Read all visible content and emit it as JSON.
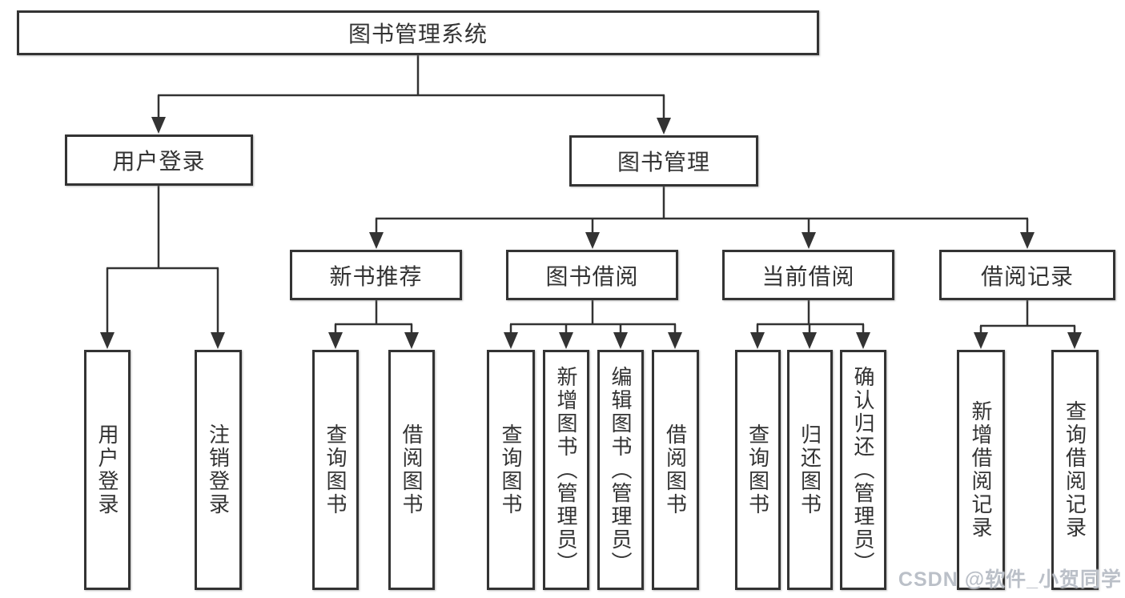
{
  "watermark": "CSDN @软件_小贺同学",
  "colors": {
    "line": "#333333",
    "box_border": "#333333",
    "text": "#333333",
    "watermark": "#b7bdc5",
    "background": "#ffffff"
  },
  "tree": {
    "label": "图书管理系统",
    "children": [
      {
        "label": "用户登录",
        "children": [
          {
            "label": "用户登录"
          },
          {
            "label": "注销登录"
          }
        ]
      },
      {
        "label": "图书管理",
        "children": [
          {
            "label": "新书推荐",
            "children": [
              {
                "label": "查询图书"
              },
              {
                "label": "借阅图书"
              }
            ]
          },
          {
            "label": "图书借阅",
            "children": [
              {
                "label": "查询图书"
              },
              {
                "label": "新增图书（管理员）"
              },
              {
                "label": "编辑图书（管理员）"
              },
              {
                "label": "借阅图书"
              }
            ]
          },
          {
            "label": "当前借阅",
            "children": [
              {
                "label": "查询图书"
              },
              {
                "label": "归还图书"
              },
              {
                "label": "确认归还（管理员）"
              }
            ]
          },
          {
            "label": "借阅记录",
            "children": [
              {
                "label": "新增借阅记录"
              },
              {
                "label": "查询借阅记录"
              }
            ]
          }
        ]
      }
    ]
  }
}
